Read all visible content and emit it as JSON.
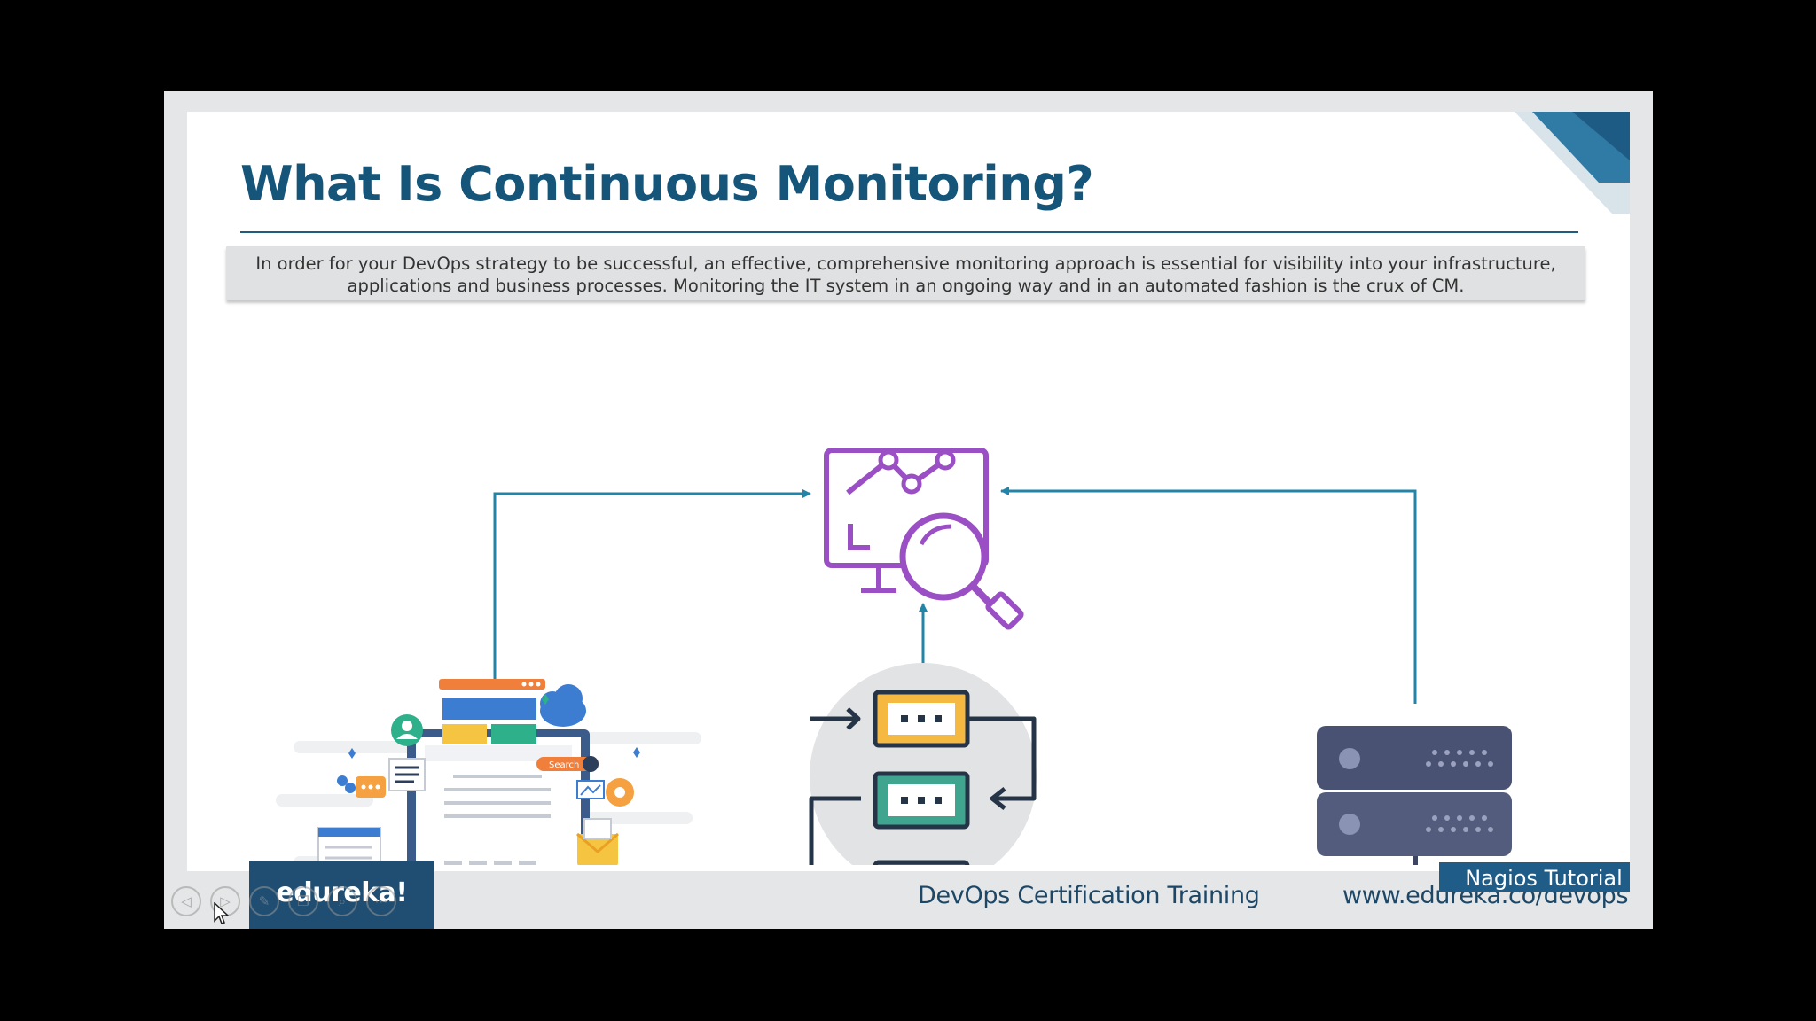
{
  "slide": {
    "title": "What Is Continuous Monitoring?",
    "intro_line_1": "In order for your DevOps strategy to be successful, an effective, comprehensive monitoring approach is essential for visibility into your infrastructure,",
    "intro_line_2": "applications and business processes. Monitoring the IT system in an ongoing way and in an automated fashion is the crux of CM."
  },
  "illustrations": {
    "left": "application-dashboard-illustration",
    "center_top": "monitor-analytics-magnifier-icon",
    "center_bottom": "process-flow-icon",
    "right": "server-network-icon"
  },
  "footer": {
    "logo_text": "edureka!",
    "center_text": "DevOps Certification Training",
    "url_text": "www.edureka.co/devops",
    "badge_text": "Nagios Tutorial"
  },
  "player_controls": {
    "icons": [
      "previous-icon",
      "play-icon",
      "pen-icon",
      "copy-icon",
      "zoom-icon",
      "more-icon"
    ]
  },
  "colors": {
    "title": "#16557a",
    "connector": "#2285a8",
    "analytics_icon": "#9b4fc4",
    "flow_yellow": "#f5b942",
    "flow_teal": "#3fa58f",
    "flow_red": "#e9573f",
    "server": "#4a5273",
    "logo_bg": "#1f4e72",
    "badge_bg": "#1f5c88"
  }
}
